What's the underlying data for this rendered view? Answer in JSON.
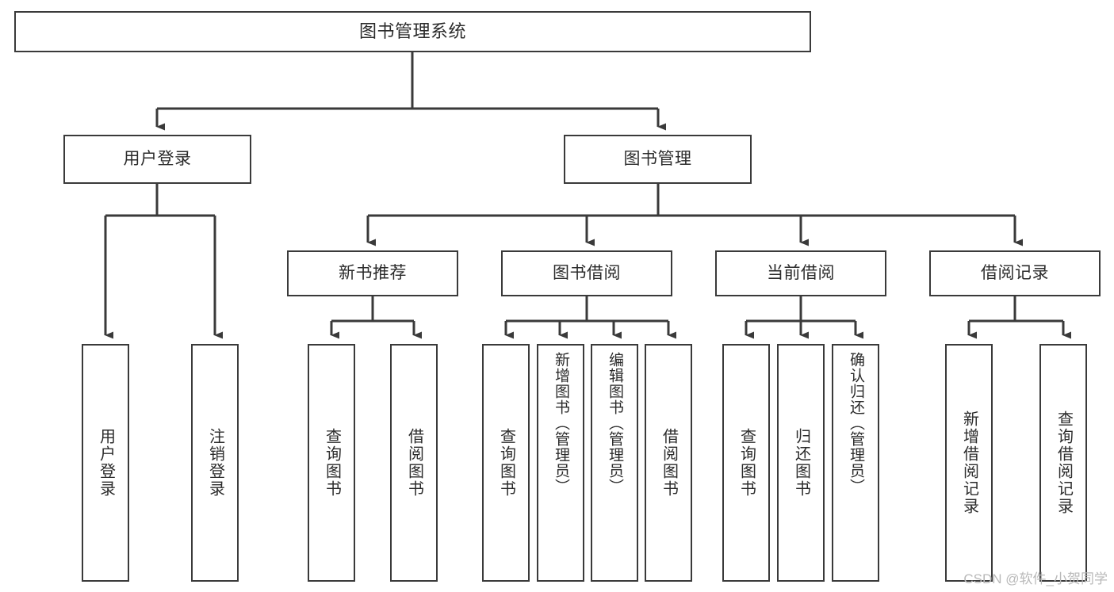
{
  "diagram": {
    "title": "图书管理系统",
    "type": "tree",
    "orientation": "top-down",
    "stroke_color": "#3a3a3a",
    "fill_color": "#ffffff",
    "text_color": "#2b2b2b",
    "root": {
      "id": "root",
      "label": "图书管理系统"
    },
    "level2": [
      {
        "id": "user-login",
        "label": "用户登录"
      },
      {
        "id": "book-manage",
        "label": "图书管理"
      }
    ],
    "level3": [
      {
        "id": "new-book-rec",
        "label": "新书推荐",
        "parent": "book-manage"
      },
      {
        "id": "book-borrow",
        "label": "图书借阅",
        "parent": "book-manage"
      },
      {
        "id": "current-borrow",
        "label": "当前借阅",
        "parent": "book-manage"
      },
      {
        "id": "borrow-record",
        "label": "借阅记录",
        "parent": "book-manage"
      }
    ],
    "leaves": [
      {
        "id": "leaf-user-login",
        "label": "用户登录",
        "parent": "user-login"
      },
      {
        "id": "leaf-logout-login",
        "label": "注销登录",
        "parent": "user-login"
      },
      {
        "id": "leaf-query-book-1",
        "label": "查询图书",
        "parent": "new-book-rec"
      },
      {
        "id": "leaf-borrow-book-1",
        "label": "借阅图书",
        "parent": "new-book-rec"
      },
      {
        "id": "leaf-query-book-2",
        "label": "查询图书",
        "parent": "book-borrow"
      },
      {
        "id": "leaf-add-book",
        "label": "新增图书（管理员）",
        "parent": "book-borrow"
      },
      {
        "id": "leaf-edit-book",
        "label": "编辑图书（管理员）",
        "parent": "book-borrow"
      },
      {
        "id": "leaf-borrow-book-2",
        "label": "借阅图书",
        "parent": "book-borrow"
      },
      {
        "id": "leaf-query-book-3",
        "label": "查询图书",
        "parent": "current-borrow"
      },
      {
        "id": "leaf-return-book",
        "label": "归还图书",
        "parent": "current-borrow"
      },
      {
        "id": "leaf-confirm-return",
        "label": "确认归还（管理员）",
        "parent": "current-borrow"
      },
      {
        "id": "leaf-add-record",
        "label": "新增借阅记录",
        "parent": "borrow-record"
      },
      {
        "id": "leaf-query-record",
        "label": "查询借阅记录",
        "parent": "borrow-record"
      }
    ]
  },
  "watermark": {
    "text": "CSDN @软件_小贺同学"
  }
}
